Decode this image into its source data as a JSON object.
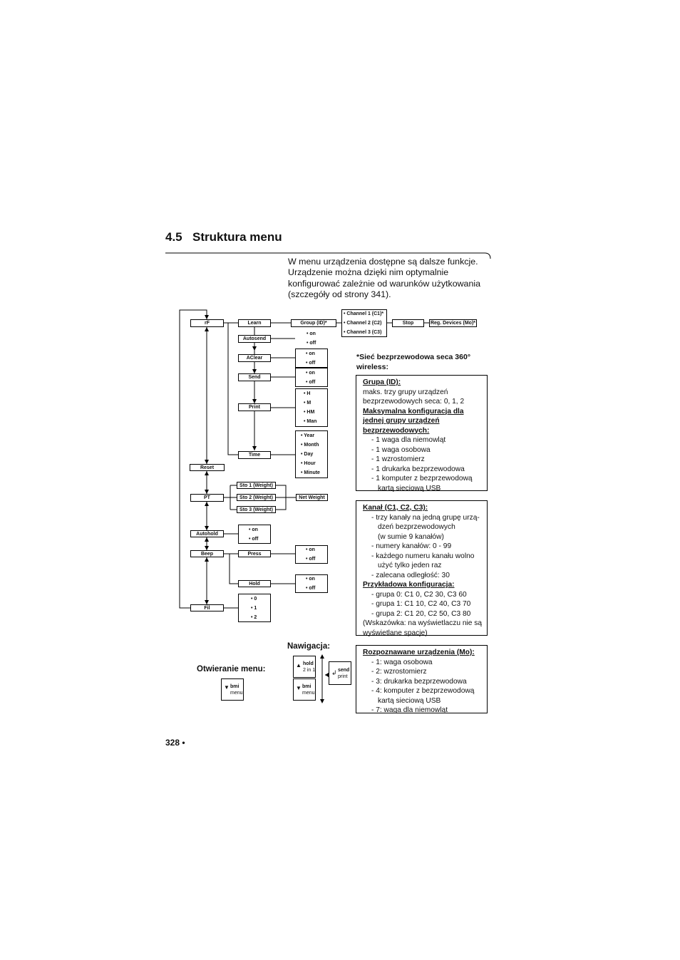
{
  "heading": {
    "number": "4.5",
    "title": "Struktura menu"
  },
  "intro": "W menu urządzenia dostępne są dalsze funkcje. Urządzenie można dzięki nim optymalnie konfigurować zależnie od warunków użytkowania (szczegóły od strony 341).",
  "menu": {
    "rf": "rF",
    "learn": "Learn",
    "group": "Group (ID)*",
    "channels": [
      "• Channel 1 (C1)*",
      "• Channel 2 (C2)",
      "• Channel 3 (C3)"
    ],
    "stop": "Stop",
    "reg_devices": "Reg. Devices (Mo)*",
    "autosend": "Autosend",
    "autosend_opts": [
      "• on",
      "• off"
    ],
    "aclear": "AClear",
    "aclear_opts": [
      "• on",
      "• off"
    ],
    "send": "Send",
    "send_opts": [
      "• on",
      "• off"
    ],
    "print": "Print",
    "print_opts": [
      "• H",
      "• M",
      "• HM",
      "• Man"
    ],
    "time": "Time",
    "time_opts": [
      "• Year",
      "• Month",
      "• Day",
      "• Hour",
      "• Minute"
    ],
    "reset": "Reset",
    "pt": "PT",
    "sto": [
      "Sto 1 (Weight)",
      "Sto 2 (Weight)",
      "Sto 3 (Weight)"
    ],
    "net_weight": "Net Weight",
    "autohold": "Autohold",
    "autohold_opts": [
      "• on",
      "• off"
    ],
    "beep": "Beep",
    "press": "Press",
    "press_opts": [
      "• on",
      "• off"
    ],
    "hold": "Hold",
    "hold_opts": [
      "• on",
      "• off"
    ],
    "fil": "Fil",
    "fil_opts": [
      "• 0",
      "• 1",
      "• 2"
    ]
  },
  "wireless_note": "*Sieć bezprzewodowa seca 360° wireless:",
  "panel_group": {
    "title": "Grupa (ID):",
    "desc": [
      "maks. trzy grupy urządzeń",
      "bezprzewodowych seca: 0, 1, 2"
    ],
    "title2": [
      "Maksymalna konfiguracja dla",
      "jednej grupy urządzeń",
      "bezprzewodowych:"
    ],
    "items": [
      "-  1 waga dla niemowląt",
      "-  1 waga osobowa",
      "-  1 wzrostomierz",
      "-  1 drukarka bezprzewodowa",
      "-  1 komputer z bezprzewodową",
      "kartą sieciową USB"
    ]
  },
  "panel_channel": {
    "title": "Kanał (C1, C2, C3):",
    "items": [
      "-  trzy kanały na jedną grupę urzą-",
      "dzeń bezprzewodowych",
      "(w sumie 9 kanałów)",
      "-  numery kanałów: 0 - 99",
      "-  każdego numeru kanału wolno",
      "użyć tylko jeden raz",
      "-  zalecana odległość: 30"
    ],
    "title2": "Przykładowa konfiguracja:",
    "examples": [
      "-  grupa 0: C1 0, C2 30, C3 60",
      "-  grupa 1: C1 10, C2 40, C3 70",
      "-  grupa 2: C1 20, C2 50, C3 80"
    ],
    "hint": [
      "(Wskazówka: na wyświetlaczu nie są",
      "wyświetlane spacje)"
    ]
  },
  "panel_devices": {
    "title": "Rozpoznawane urządzenia (Mo):",
    "items": [
      "-  1: waga osobowa",
      "-  2: wzrostomierz",
      "-  3: drukarka bezprzewodowa",
      "-  4: komputer z bezprzewodową",
      "kartą sieciową USB",
      "-  7: waga dla niemowląt"
    ]
  },
  "navigation": {
    "label": "Nawigacja:",
    "open_label": "Otwieranie menu:",
    "key_bmi": [
      "bmi",
      "menu"
    ],
    "key_hold": [
      "hold",
      "2 in 1"
    ],
    "key_send": [
      "send",
      "print"
    ]
  },
  "page_number": "328 •"
}
